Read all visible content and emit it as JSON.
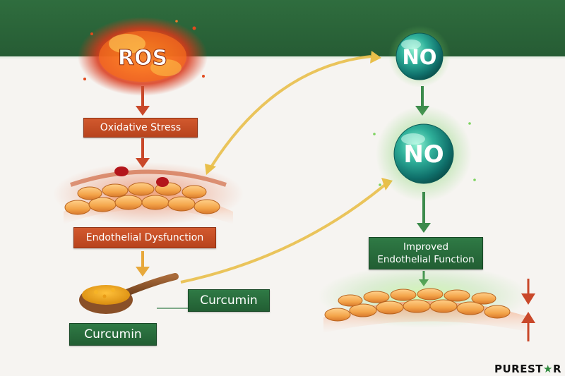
{
  "nodes": {
    "ros": "ROS",
    "no_top": "NO",
    "no_middle": "NO",
    "oxidative_stress": "Oxidative Stress",
    "endothelial_dysfunction": "Endothelial Dysfunction",
    "improved_line1": "Improved",
    "improved_line2": "Endothelial Function",
    "curcumin_right": "Curcumin",
    "curcumin_left": "Curcumin"
  },
  "brand": {
    "prefix": "PUREST",
    "suffix": "R"
  },
  "colors": {
    "header_band": "#2f6d3e",
    "negative_path": "#c9482a",
    "positive_path": "#3c8b4c",
    "curcumin_path": "#e7b63b",
    "brand_star": "#2f8a3e"
  }
}
